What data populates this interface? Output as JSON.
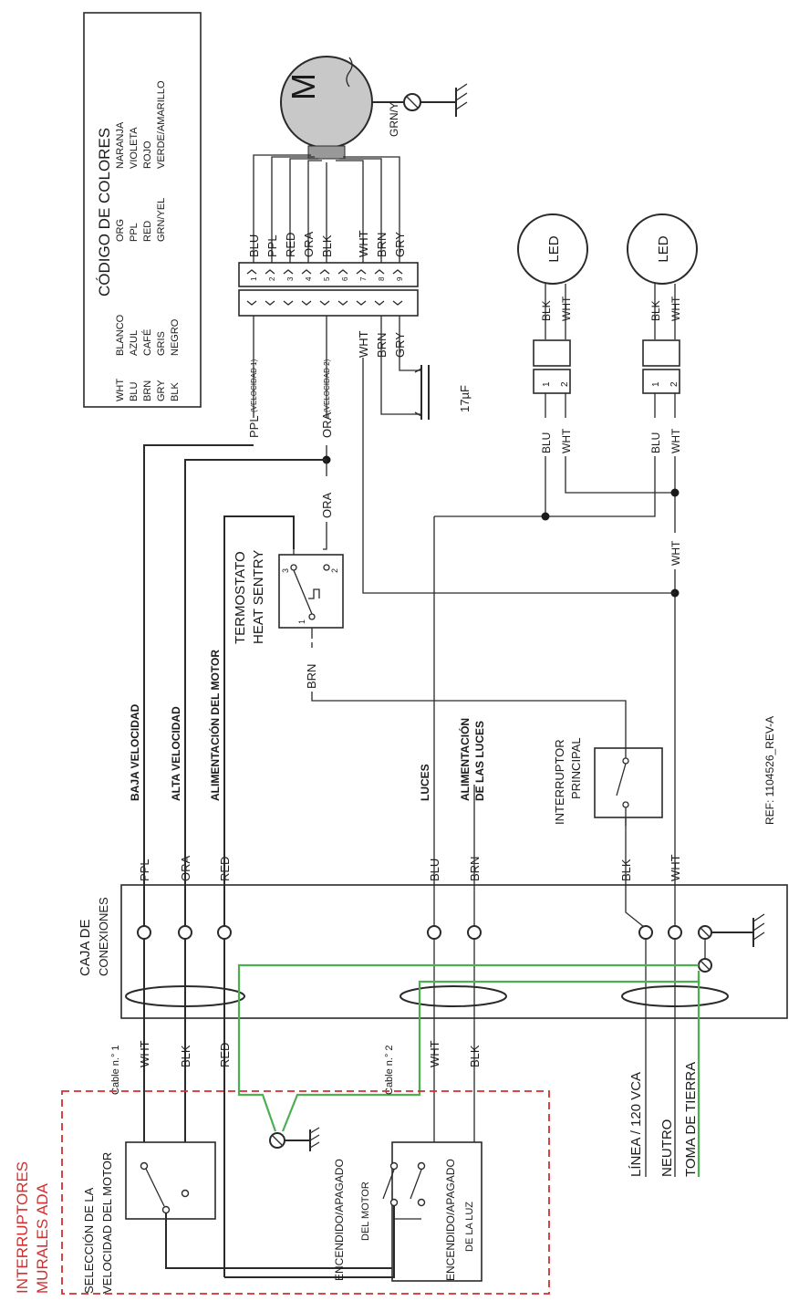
{
  "legend": {
    "title": "CÓDIGO DE COLORES",
    "rows": [
      [
        "WHT",
        "BLANCO",
        "ORG",
        "NARANJA"
      ],
      [
        "BLU",
        "AZUL",
        "PPL",
        "VIOLETA"
      ],
      [
        "BRN",
        "CAFÉ",
        "RED",
        "ROJO"
      ],
      [
        "GRY",
        "GRIS",
        "GRN/YEL",
        "VERDE/AMARILLO"
      ],
      [
        "BLK",
        "NEGRO",
        "",
        ""
      ]
    ]
  },
  "motor": {
    "symbol": "M",
    "ground": "GRN/Y"
  },
  "terminal": {
    "wires": [
      "BLU",
      "PPL",
      "RED",
      "ORA",
      "BLK",
      "",
      "WHT",
      "BRN",
      "GRY"
    ],
    "pins": [
      "1",
      "2",
      "3",
      "4",
      "5",
      "6",
      "7",
      "8",
      "9"
    ],
    "lower": {
      "ppl": "PPL",
      "speed1": "(VELOCIDAD 1)",
      "ora": "ORA",
      "speed2": "(VELOCIDAD 2)",
      "wht": "WHT",
      "brn": "BRN",
      "gry": "GRY"
    },
    "capacitor": "17µF"
  },
  "leds": [
    {
      "label": "LED",
      "blk": "BLK",
      "wht": "WHT",
      "pin1": "1",
      "pin2": "2",
      "blu": "BLU",
      "wht2": "WHT"
    },
    {
      "label": "LED",
      "blk": "BLK",
      "wht": "WHT",
      "pin1": "1",
      "pin2": "2",
      "blu": "BLU",
      "wht2": "WHT"
    }
  ],
  "mid": {
    "ora_wire": "ORA",
    "wht_wire": "WHT",
    "brn_wire": "BRN"
  },
  "thermostat": {
    "line1": "TERMOSTATO",
    "line2": "HEAT SENTRY",
    "pin1": "1",
    "pin2": "2",
    "pin3": "3"
  },
  "main_switch": {
    "line1": "INTERRUPTOR",
    "line2": "PRINCIPAL"
  },
  "functions": {
    "low_speed": "BAJA VELOCIDAD",
    "high_speed": "ALTA VELOCIDAD",
    "motor_power": "ALIMENTACIÓN DEL MOTOR",
    "lights": "LUCES",
    "lights_power_1": "ALIMENTACIÓN",
    "lights_power_2": "DE LAS LUCES"
  },
  "conductors": {
    "ppl": "PPL",
    "ora": "ORA",
    "red": "RED",
    "blu": "BLU",
    "brn": "BRN",
    "blk": "BLK",
    "wht": "WHT"
  },
  "ref": "REF: 1104526_REV-A",
  "junction": {
    "line1": "CAJA DE",
    "line2": "CONEXIONES"
  },
  "cables": {
    "cable1": "Cable n.° 1",
    "c1_wht": "WHT",
    "c1_blk": "BLK",
    "c1_red": "RED",
    "cable2": "Cable n.° 2",
    "c2_wht": "WHT",
    "c2_blk": "BLK"
  },
  "supply": {
    "line": "LÍNEA / 120 VCA",
    "neutral": "NEUTRO",
    "ground": "TOMA DE TIERRA"
  },
  "wall": {
    "title1": "INTERRUPTORES",
    "title2": "MURALES ADA",
    "speed_sel1": "SELECCIÓN DE LA",
    "speed_sel2": "VELOCIDAD DEL MOTOR",
    "motor_onoff1": "ENCENDIDO/APAGADO",
    "motor_onoff2": "DEL MOTOR",
    "light_onoff1": "ENCENDIDO/APAGADO",
    "light_onoff2": "DE LA LUZ"
  },
  "colors": {
    "wire": "#2a2a2a",
    "ground_wire": "#4caf50",
    "ada_red": "#d32f2f",
    "motor_fill": "#c8c8c8"
  }
}
